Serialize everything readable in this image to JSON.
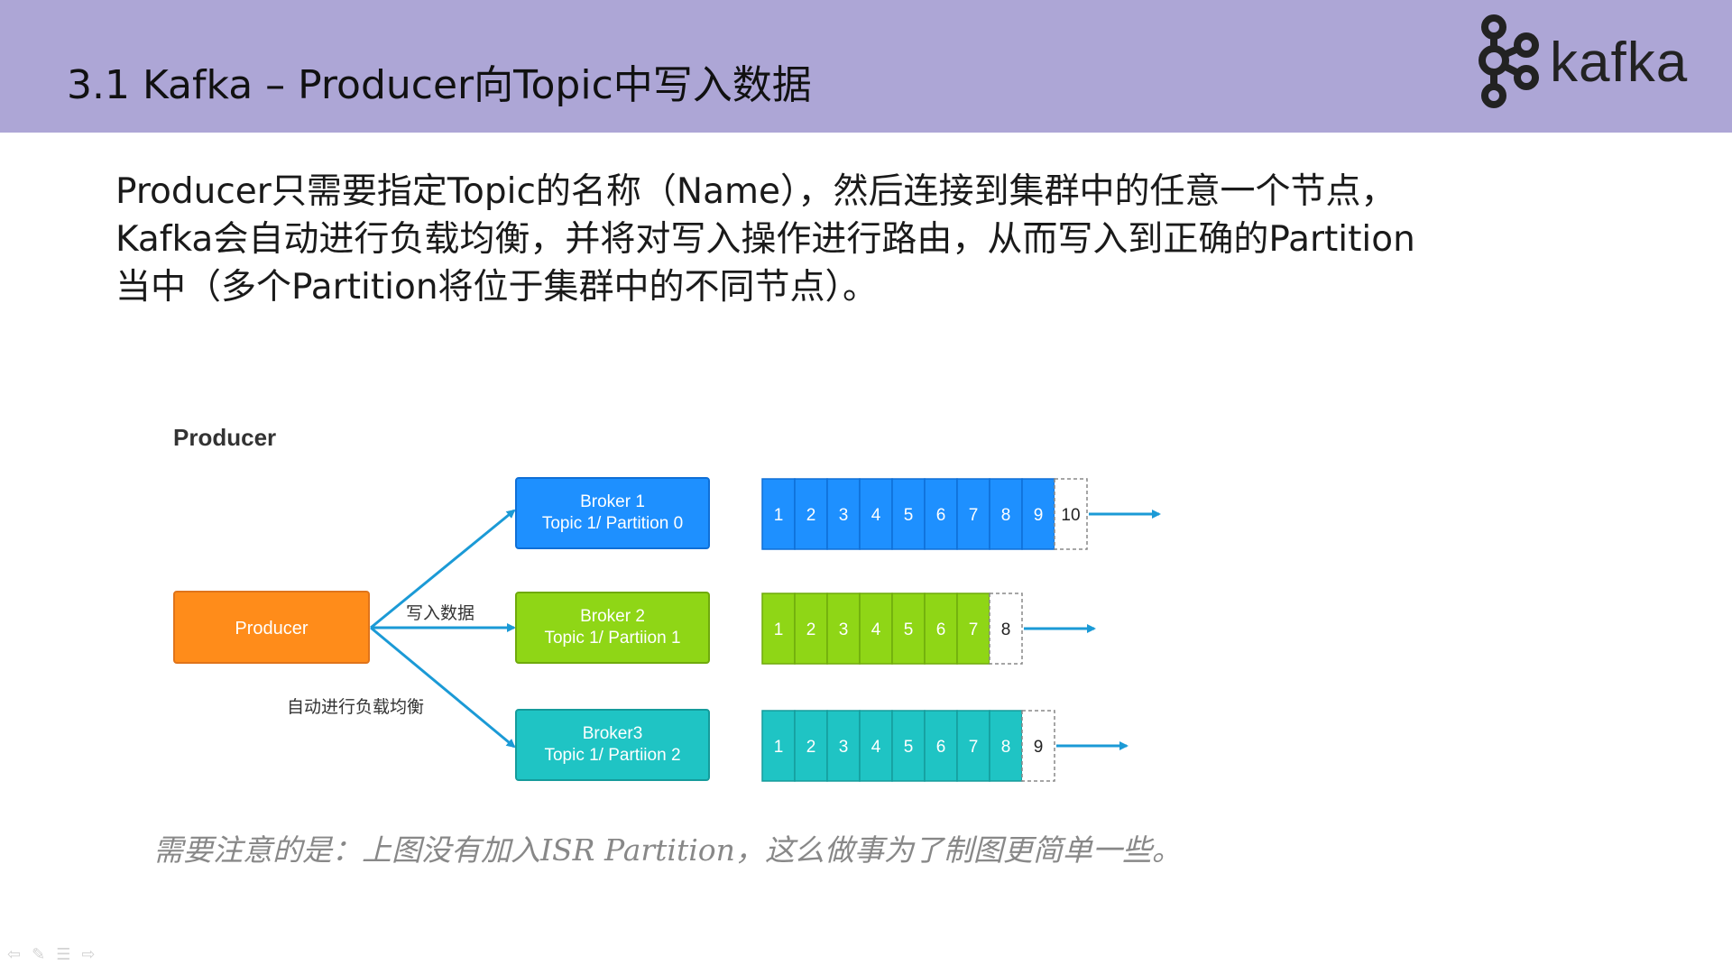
{
  "header": {
    "title": "3.1 Kafka  –  Producer向Topic中写入数据",
    "logo_text": "kafka"
  },
  "intro_lines": [
    "Producer只需要指定Topic的名称（Name），然后连接到集群中的任意一个节点，",
    "Kafka会自动进行负载均衡，并将对写入操作进行路由，从而写入到正确的Partition",
    "当中（多个Partition将位于集群中的不同节点）。"
  ],
  "diagram": {
    "heading": "Producer",
    "producer_label": "Producer",
    "write_label": "写入数据",
    "balance_label": "自动进行负载均衡",
    "brokers": [
      {
        "name": "Broker 1",
        "topic": "Topic 1/ Partition 0",
        "color": "#1e90ff",
        "border": "#0f6fd6",
        "cells": [
          "1",
          "2",
          "3",
          "4",
          "5",
          "6",
          "7",
          "8",
          "9"
        ],
        "next": "10"
      },
      {
        "name": "Broker 2",
        "topic": "Topic 1/ Partiion 1",
        "color": "#8fd616",
        "border": "#6faa0c",
        "cells": [
          "1",
          "2",
          "3",
          "4",
          "5",
          "6",
          "7"
        ],
        "next": "8"
      },
      {
        "name": "Broker3",
        "topic": "Topic 1/ Partiion 2",
        "color": "#1fc4c4",
        "border": "#159b9b",
        "cells": [
          "1",
          "2",
          "3",
          "4",
          "5",
          "6",
          "7",
          "8"
        ],
        "next": "9"
      }
    ],
    "producer_color": "#ff8c1a",
    "arrow_color": "#1b9ad6"
  },
  "note": "需要注意的是：上图没有加入ISR Partition，这么做事为了制图更简单一些。",
  "nav_icons": [
    "back-icon",
    "pen-icon",
    "menu-icon",
    "forward-icon"
  ]
}
